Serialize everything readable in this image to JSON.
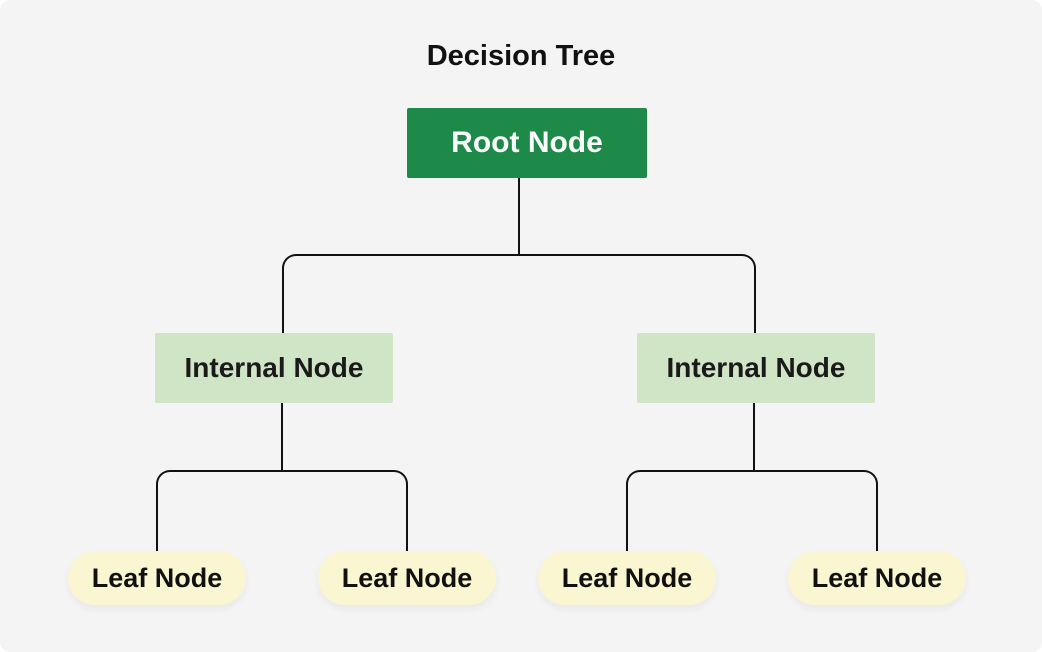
{
  "title": "Decision Tree",
  "tree": {
    "root": {
      "label": "Root Node"
    },
    "internal_nodes": [
      {
        "label": "Internal Node"
      },
      {
        "label": "Internal Node"
      }
    ],
    "leaf_nodes": [
      {
        "label": "Leaf Node"
      },
      {
        "label": "Leaf Node"
      },
      {
        "label": "Leaf Node"
      },
      {
        "label": "Leaf Node"
      }
    ]
  },
  "colors": {
    "background": "#f4f4f4",
    "root_node_fill": "#1e8a4a",
    "root_node_text": "#fcfcfc",
    "internal_node_fill": "#cfe5c6",
    "internal_node_text": "#1a1a1a",
    "leaf_node_fill": "#faf6d2",
    "leaf_node_text": "#111111",
    "connector_line": "#111111",
    "title_text": "#111111"
  }
}
